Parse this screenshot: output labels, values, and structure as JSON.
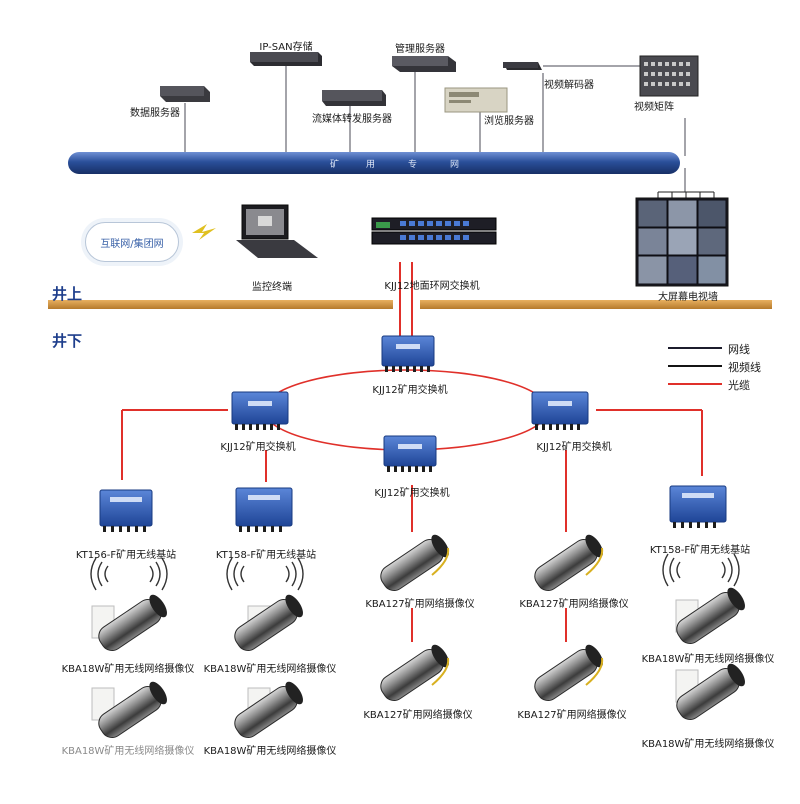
{
  "zones": {
    "above": "井上",
    "below": "井下"
  },
  "bus": {
    "chars": [
      "矿",
      "用",
      "专",
      "网"
    ]
  },
  "servers": {
    "ip_san": "IP-SAN存储",
    "mgmt": "管理服务器",
    "data": "数据服务器",
    "stream": "流媒体转发服务器",
    "browse": "浏览服务器",
    "decoder": "视频解码器",
    "matrix": "视频矩阵"
  },
  "surface": {
    "cloud": "互联网/集团网",
    "terminal": "监控终端",
    "ring_switch": "KJJ12地面环网交换机",
    "video_wall": "大屏幕电视墙"
  },
  "legend": [
    {
      "label": "网线",
      "color": "#1c1c2c"
    },
    {
      "label": "视频线",
      "color": "#141414"
    },
    {
      "label": "光缆",
      "color": "#e0302a"
    }
  ],
  "switches": {
    "top": "KJJ12矿用交换机",
    "left": "KJJ12矿用交换机",
    "right": "KJJ12矿用交换机",
    "bottom": "KJJ12矿用交换机"
  },
  "base_stations": {
    "left1": "KT156-F矿用无线基站",
    "left2": "KT158-F矿用无线基站",
    "right": "KT158-F矿用无线基站"
  },
  "cameras": {
    "wireless_l1a": "KBA18W矿用无线网络摄像仪",
    "wireless_l1b": "KBA18W矿用无线网络摄像仪",
    "wireless_l2a": "KBA18W矿用无线网络摄像仪",
    "wireless_l2b": "KBA18W矿用无线网络摄像仪",
    "wired_c1a": "KBA127矿用网络摄像仪",
    "wired_c1b": "KBA127矿用网络摄像仪",
    "wired_c2a": "KBA127矿用网络摄像仪",
    "wired_c2b": "KBA127矿用网络摄像仪",
    "wireless_r1": "KBA18W矿用无线网络摄像仪",
    "wireless_r2": "KBA18W矿用无线网络摄像仪"
  },
  "colors": {
    "fiber": "#e0302a",
    "bus": "#2a4f9a",
    "ground": "#d89a44",
    "switch": "#2f5bb5",
    "zone_text": "#1e3e8c"
  }
}
